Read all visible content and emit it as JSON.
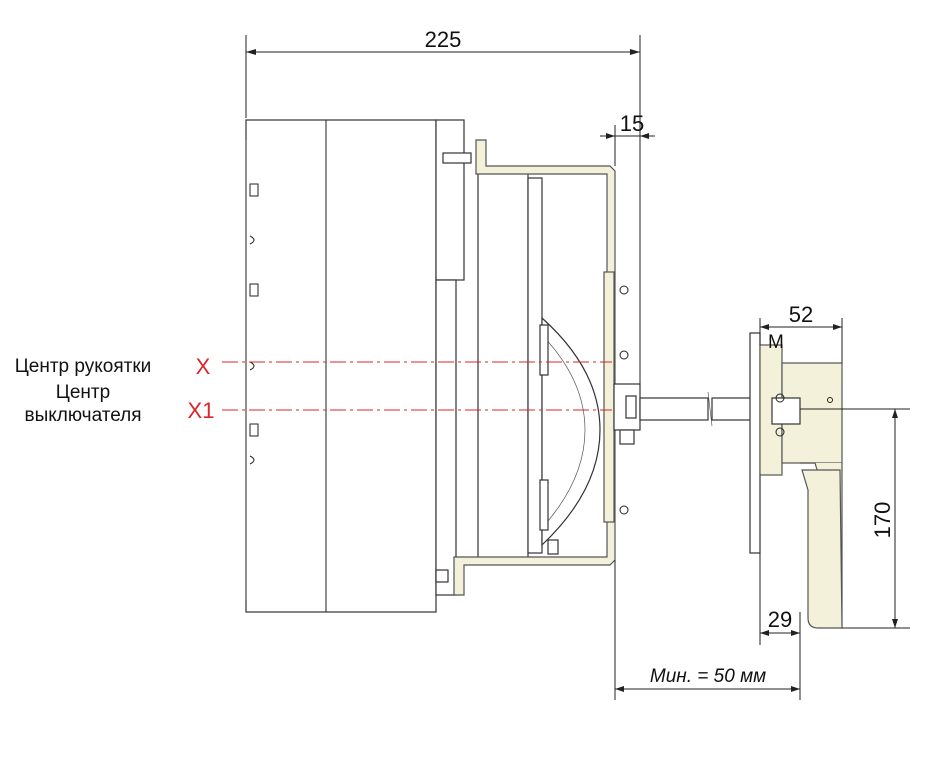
{
  "dimensions": {
    "overall_width": "225",
    "bracket_offset": "15",
    "handle_width": "52",
    "handle_depth": "29",
    "handle_length": "170",
    "min_distance": "Мин. = 50 мм"
  },
  "labels": {
    "handle_center": "Центр рукоятки",
    "switch_center_line1": "Центр",
    "switch_center_line2": "выключателя",
    "axis_x": "X",
    "axis_x1": "X1",
    "small_mark": "M"
  },
  "colors": {
    "axis_red": "#d8262b",
    "handle_cream": "#f3f1d9"
  }
}
